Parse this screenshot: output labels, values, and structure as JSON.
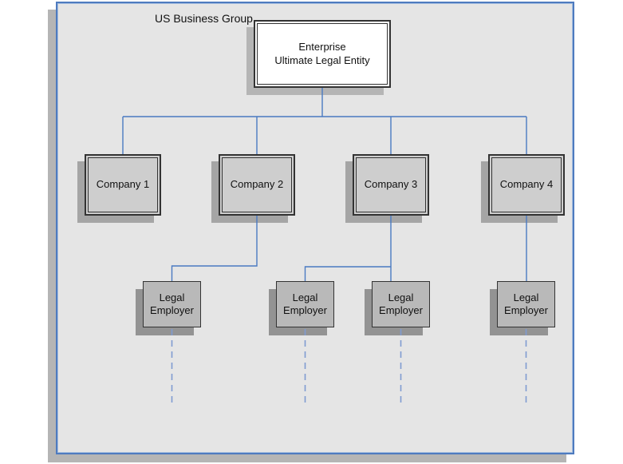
{
  "diagram": {
    "group_label": "US Business Group",
    "enterprise": {
      "line1": "Enterprise",
      "line2": "Ultimate Legal Entity"
    },
    "companies": [
      {
        "label": "Company 1"
      },
      {
        "label": "Company 2"
      },
      {
        "label": "Company 3"
      },
      {
        "label": "Company 4"
      }
    ],
    "legal_employers": [
      {
        "line1": "Legal",
        "line2": "Employer"
      },
      {
        "line1": "Legal",
        "line2": "Employer"
      },
      {
        "line1": "Legal",
        "line2": "Employer"
      },
      {
        "line1": "Legal",
        "line2": "Employer"
      }
    ],
    "edges": [
      {
        "from": "enterprise",
        "to": "company-1",
        "style": "solid"
      },
      {
        "from": "enterprise",
        "to": "company-2",
        "style": "solid"
      },
      {
        "from": "enterprise",
        "to": "company-3",
        "style": "solid"
      },
      {
        "from": "enterprise",
        "to": "company-4",
        "style": "solid"
      },
      {
        "from": "company-2",
        "to": "legal-employer-1",
        "style": "solid"
      },
      {
        "from": "company-3",
        "to": "legal-employer-2",
        "style": "solid"
      },
      {
        "from": "company-3",
        "to": "legal-employer-3",
        "style": "solid"
      },
      {
        "from": "company-4",
        "to": "legal-employer-4",
        "style": "solid"
      },
      {
        "from": "legal-employer-1",
        "to": "continuation",
        "style": "dashed"
      },
      {
        "from": "legal-employer-2",
        "to": "continuation",
        "style": "dashed"
      },
      {
        "from": "legal-employer-3",
        "to": "continuation",
        "style": "dashed"
      },
      {
        "from": "legal-employer-4",
        "to": "continuation",
        "style": "dashed"
      }
    ]
  },
  "colors": {
    "canvas_bg": "#ffffff",
    "group_fill": "#e5e5e5",
    "group_border": "#4e7bbf",
    "company_fill": "#cecece",
    "employer_fill": "#b9b9b9",
    "enterprise_fill": "#ffffff",
    "connector_blue": "#4a7ac2",
    "dashed_blue": "#7f9bd1",
    "node_border": "#333333",
    "text": "#111111"
  }
}
